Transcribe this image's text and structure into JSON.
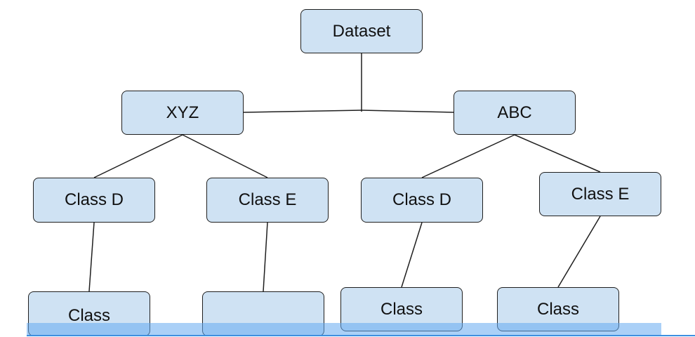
{
  "diagram": {
    "nodes": {
      "root": {
        "label": "Dataset"
      },
      "xyz": {
        "label": "XYZ"
      },
      "abc": {
        "label": "ABC"
      },
      "xyz_class_d": {
        "label": "Class D"
      },
      "xyz_class_e": {
        "label": "Class E"
      },
      "abc_class_d": {
        "label": "Class D"
      },
      "abc_class_e": {
        "label": "Class E"
      },
      "leaf_1": {
        "label": "Class"
      },
      "leaf_2": {
        "label": ""
      },
      "leaf_3": {
        "label": "Class"
      },
      "leaf_4": {
        "label": "Class"
      }
    },
    "colors": {
      "node_fill": "#cfe2f3",
      "node_border": "#1f1f1f",
      "connector": "#1f1f1f",
      "selection_band": "#64aaf0",
      "selection_line": "#3c8fe0"
    }
  }
}
